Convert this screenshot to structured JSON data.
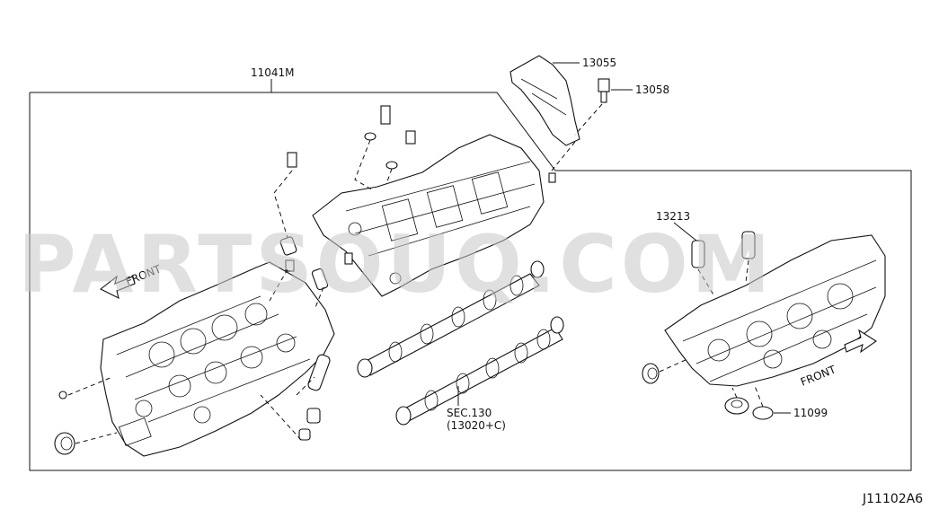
{
  "diagram": {
    "frame_label": "11041M",
    "callouts": {
      "p13055": "13055",
      "p13058": "13058",
      "p13213": "13213",
      "p11099": "11099",
      "sec_line1": "SEC.130",
      "sec_line2": "(13020+C)"
    },
    "direction_left": "FRONT",
    "direction_right": "FRONT",
    "diagram_code": "J11102A6",
    "watermark": "PARTSOUQ.COM"
  }
}
